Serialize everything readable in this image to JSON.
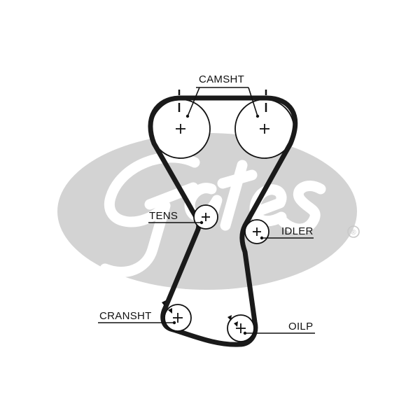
{
  "labels": {
    "camshaft": "CAMSHT",
    "tensioner": "TENS",
    "idler": "IDLER",
    "crankshaft": "CRANSHT",
    "oil_pump": "OILP"
  },
  "watermark": {
    "logo_icon": "gates-logo-icon",
    "registered_mark": "®"
  },
  "colors": {
    "belt": "#1a1a1a",
    "watermark": "#d3d3d3",
    "text": "#111111"
  }
}
